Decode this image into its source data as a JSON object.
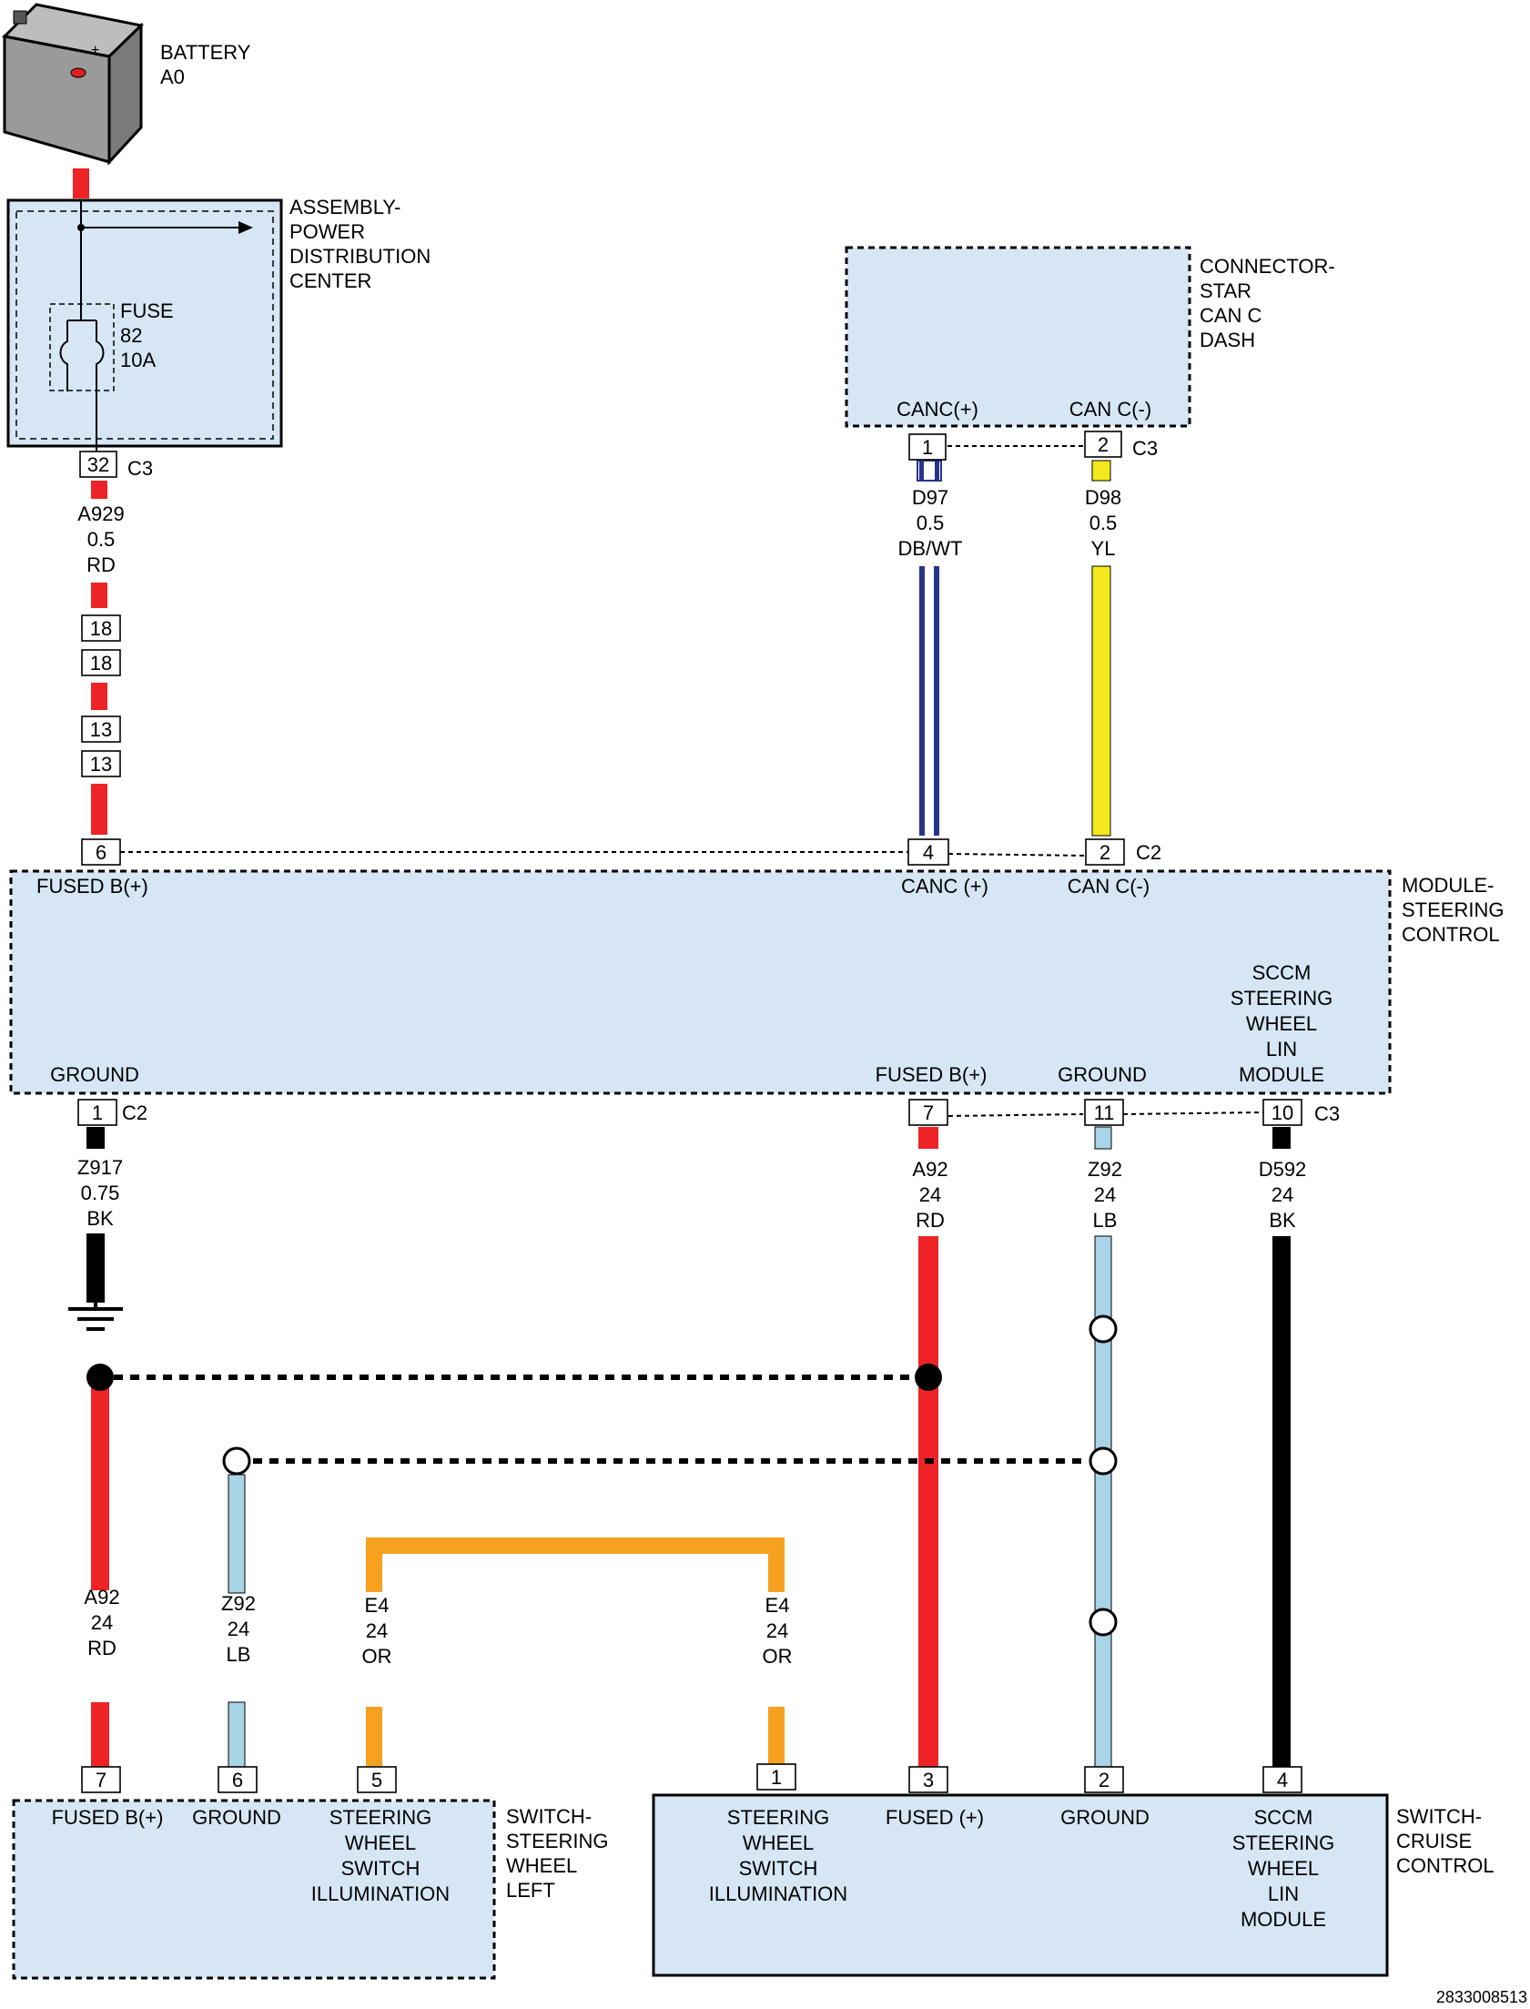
{
  "battery": {
    "name": "BATTERY",
    "id": "A0"
  },
  "pdc": {
    "lines": [
      "ASSEMBLY-",
      "POWER",
      "DISTRIBUTION",
      "CENTER"
    ]
  },
  "fuse": {
    "lines": [
      "FUSE",
      "82",
      "10A"
    ]
  },
  "star": {
    "lines": [
      "CONNECTOR-",
      "STAR",
      "CAN C",
      "DASH"
    ],
    "pin1_label": "CANC(+)",
    "pin2_label": "CAN C(-)"
  },
  "sccm_module": {
    "lines": [
      "MODULE-",
      "STEERING",
      "CONTROL"
    ]
  },
  "left_switch": {
    "lines": [
      "SWITCH-",
      "STEERING",
      "WHEEL",
      "LEFT"
    ]
  },
  "cruise_switch": {
    "lines": [
      "SWITCH-",
      "CRUISE",
      "CONTROL"
    ]
  },
  "pins": {
    "pdc_32": "32",
    "pdc_c3": "C3",
    "star_1": "1",
    "star_2": "2",
    "star_c3": "C3",
    "inline_18a": "18",
    "inline_18b": "18",
    "inline_13a": "13",
    "inline_13b": "13",
    "mod_6": "6",
    "mod_4": "4",
    "mod_2": "2",
    "mod_c2_top": "C2",
    "mod_1": "1",
    "mod_c2_bot": "C2",
    "mod_7": "7",
    "mod_11": "11",
    "mod_10": "10",
    "mod_c3": "C3",
    "left_7": "7",
    "left_6": "6",
    "left_5": "5",
    "cruise_1": "1",
    "cruise_3": "3",
    "cruise_2": "2",
    "cruise_4": "4"
  },
  "pin_labels": {
    "mod_fused": "FUSED B(+)",
    "mod_canc_plus": "CANC (+)",
    "mod_canc_minus": "CAN C(-)",
    "mod_ground1": "GROUND",
    "mod_fused2": "FUSED B(+)",
    "mod_ground2": "GROUND",
    "mod_sccm": [
      "SCCM",
      "STEERING",
      "WHEEL",
      "LIN",
      "MODULE"
    ],
    "left_fused": "FUSED B(+)",
    "left_ground": "GROUND",
    "left_illum": [
      "STEERING",
      "WHEEL",
      "SWITCH",
      "ILLUMINATION"
    ],
    "cruise_illum": [
      "STEERING",
      "WHEEL",
      "SWITCH",
      "ILLUMINATION"
    ],
    "cruise_fused": "FUSED (+)",
    "cruise_ground": "GROUND",
    "cruise_sccm": [
      "SCCM",
      "STEERING",
      "WHEEL",
      "LIN",
      "MODULE"
    ]
  },
  "wires": {
    "a929": [
      "A929",
      "0.5",
      "RD"
    ],
    "d97": [
      "D97",
      "0.5",
      "DB/WT"
    ],
    "d98": [
      "D98",
      "0.5",
      "YL"
    ],
    "z917": [
      "Z917",
      "0.75",
      "BK"
    ],
    "a92_top": [
      "A92",
      "24",
      "RD"
    ],
    "z92_top": [
      "Z92",
      "24",
      "LB"
    ],
    "d592": [
      "D592",
      "24",
      "BK"
    ],
    "a92_bot": [
      "A92",
      "24",
      "RD"
    ],
    "z92_bot": [
      "Z92",
      "24",
      "LB"
    ],
    "e4_left": [
      "E4",
      "24",
      "OR"
    ],
    "e4_right": [
      "E4",
      "24",
      "OR"
    ]
  },
  "colors": {
    "red": "#ee2325",
    "yellow": "#f4e81c",
    "navy": "#27348b",
    "light_blue": "#a9d4e8",
    "orange": "#f6a11f",
    "black": "#000000",
    "box_fill": "#d6e6f5"
  },
  "doc_id": "2833008513"
}
